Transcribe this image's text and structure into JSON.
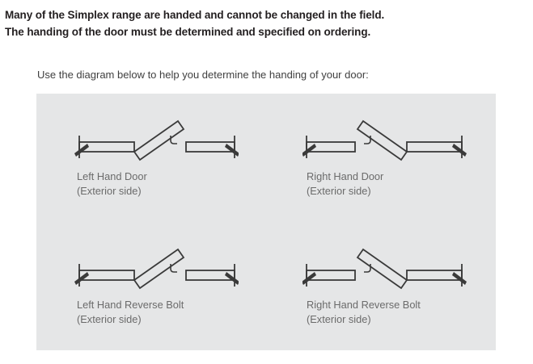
{
  "headline": {
    "line1": "Many of the Simplex range are handed and cannot be changed in the field.",
    "line2": "The handing of the door must be determined and specified on ordering."
  },
  "intro": {
    "text": "Use the diagram below to help you determine the handing of your door:"
  },
  "colors": {
    "panel_background": "#e5e6e7",
    "page_background": "#ffffff",
    "headline_text": "#231f20",
    "intro_text": "#3f3f3f",
    "caption_text": "#6b6b6b",
    "line_stroke": "#3a3a3a"
  },
  "diagrams": [
    {
      "id": "left-hand-door",
      "title": "Left Hand Door",
      "subtitle": "(Exterior side)",
      "orientation": "left",
      "hinge_side": "left"
    },
    {
      "id": "right-hand-door",
      "title": "Right Hand Door",
      "subtitle": "(Exterior side)",
      "orientation": "right",
      "hinge_side": "right"
    },
    {
      "id": "left-hand-reverse-bolt",
      "title": "Left Hand Reverse Bolt",
      "subtitle": "(Exterior side)",
      "orientation": "left",
      "hinge_side": "left"
    },
    {
      "id": "right-hand-reverse-bolt",
      "title": "Right Hand Reverse Bolt",
      "subtitle": "(Exterior side)",
      "orientation": "right",
      "hinge_side": "right"
    }
  ]
}
